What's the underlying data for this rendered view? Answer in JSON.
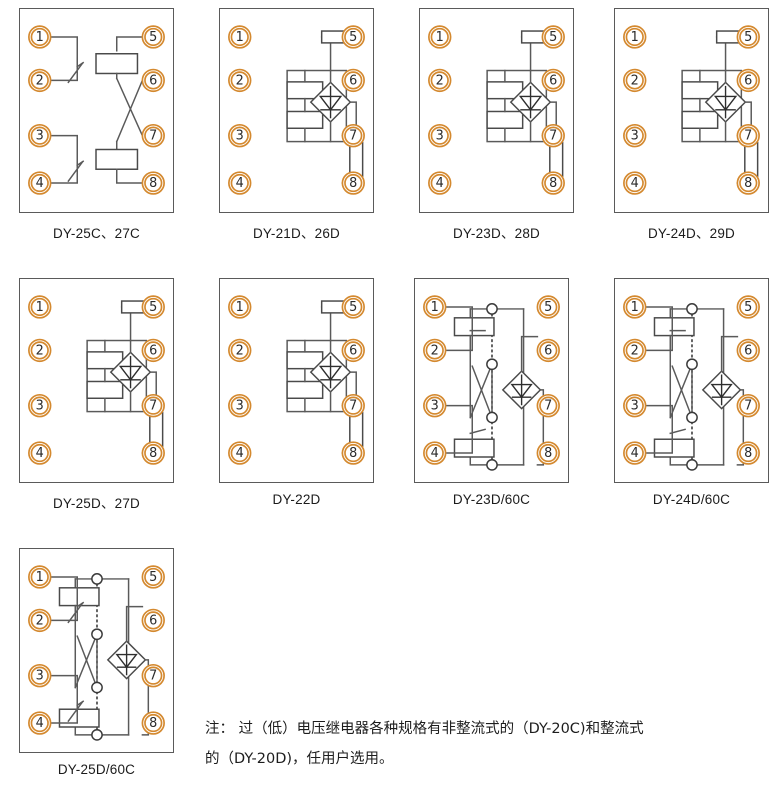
{
  "page": {
    "title": "DY series voltage relay internal wiring diagrams",
    "terminal_labels": [
      "1",
      "2",
      "3",
      "4",
      "5",
      "6",
      "7",
      "8"
    ],
    "colors": {
      "terminal_ring": "#d4892f",
      "wire": "#5a5a5a",
      "text": "#1d1d1d",
      "background": "#ffffff"
    }
  },
  "diagrams": [
    {
      "id": "dy-25c-27c",
      "caption": "DY-25C、27C",
      "style": "non-rectifier",
      "contacts": [
        {
          "terminals": "1-2",
          "type": "normally-closed"
        },
        {
          "terminals": "3-4",
          "type": "normally-closed"
        }
      ],
      "coils": 2,
      "rectifier": false,
      "resistor": false,
      "crossed_wires": true,
      "active_terminals": [
        "1",
        "2",
        "3",
        "4",
        "5",
        "6",
        "7",
        "8"
      ]
    },
    {
      "id": "dy-21d-26d",
      "caption": "DY-21D、26D",
      "style": "rectifier",
      "contacts": [
        {
          "terminals": "1-2",
          "type": "normally-open"
        }
      ],
      "coils": 2,
      "rectifier": true,
      "resistor": true,
      "crossed_wires": false,
      "active_terminals": [
        "1",
        "2",
        "5",
        "7",
        "8"
      ]
    },
    {
      "id": "dy-23d-28d",
      "caption": "DY-23D、28D",
      "style": "rectifier",
      "contacts": [
        {
          "terminals": "1-2",
          "type": "normally-open"
        },
        {
          "terminals": "3-4",
          "type": "normally-open"
        }
      ],
      "coils": 2,
      "rectifier": true,
      "resistor": true,
      "crossed_wires": false,
      "active_terminals": [
        "1",
        "2",
        "3",
        "4",
        "5",
        "7",
        "8"
      ]
    },
    {
      "id": "dy-24d-29d",
      "caption": "DY-24D、29D",
      "style": "rectifier",
      "contacts": [
        {
          "terminals": "1-2",
          "type": "normally-open"
        },
        {
          "terminals": "3-4",
          "type": "normally-open"
        }
      ],
      "coils": 2,
      "rectifier": true,
      "resistor": true,
      "crossed_wires": false,
      "active_terminals": [
        "1",
        "2",
        "3",
        "4",
        "5",
        "7",
        "8"
      ]
    },
    {
      "id": "dy-25d-27d",
      "caption": "DY-25D、27D",
      "style": "rectifier",
      "contacts": [
        {
          "terminals": "1-2",
          "type": "normally-closed"
        },
        {
          "terminals": "3-4",
          "type": "normally-closed"
        }
      ],
      "coils": 2,
      "rectifier": true,
      "resistor": true,
      "crossed_wires": false,
      "active_terminals": [
        "1",
        "2",
        "3",
        "4",
        "5",
        "7",
        "8"
      ]
    },
    {
      "id": "dy-22d",
      "caption": "DY-22D",
      "style": "rectifier",
      "contacts": [
        {
          "terminals": "3-4",
          "type": "normally-closed"
        }
      ],
      "coils": 2,
      "rectifier": true,
      "resistor": true,
      "crossed_wires": false,
      "active_terminals": [
        "3",
        "4",
        "5",
        "7",
        "8"
      ]
    },
    {
      "id": "dy-23d-60c",
      "caption": "DY-23D/60C",
      "style": "rectifier-60c",
      "contacts": [
        {
          "terminals": "1-2",
          "type": "normally-open"
        },
        {
          "terminals": "3-4",
          "type": "normally-open"
        }
      ],
      "coils": 2,
      "rectifier": true,
      "resistor": false,
      "crossed_wires": true,
      "nodes": 4,
      "active_terminals": [
        "1",
        "2",
        "3",
        "4",
        "5",
        "8"
      ]
    },
    {
      "id": "dy-24d-60c",
      "caption": "DY-24D/60C",
      "style": "rectifier-60c",
      "contacts": [
        {
          "terminals": "1-2",
          "type": "normally-open"
        },
        {
          "terminals": "3-4",
          "type": "normally-open"
        }
      ],
      "coils": 2,
      "rectifier": true,
      "resistor": false,
      "crossed_wires": true,
      "nodes": 4,
      "active_terminals": [
        "1",
        "2",
        "3",
        "4",
        "5",
        "8"
      ]
    },
    {
      "id": "dy-25d-60c",
      "caption": "DY-25D/60C",
      "style": "rectifier-60c",
      "contacts": [
        {
          "terminals": "1-2",
          "type": "normally-closed"
        },
        {
          "terminals": "3-4",
          "type": "normally-closed"
        }
      ],
      "coils": 2,
      "rectifier": true,
      "resistor": false,
      "crossed_wires": true,
      "nodes": 4,
      "active_terminals": [
        "1",
        "2",
        "3",
        "4",
        "5",
        "8"
      ]
    }
  ],
  "note": {
    "line1": "注： 过（低）电压继电器各种规格有非整流式的（DY-20C)和整流式",
    "line2": "的（DY-20D)，任用户选用。"
  }
}
